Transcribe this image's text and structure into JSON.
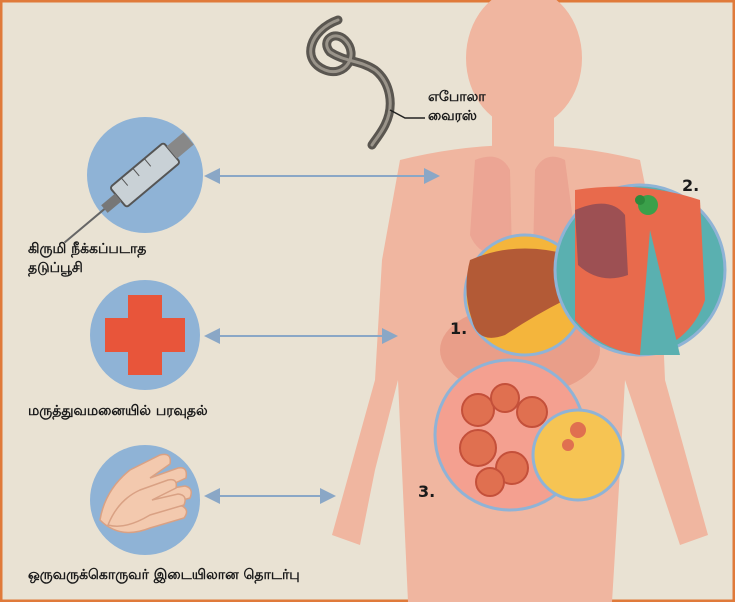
{
  "virus_label": [
    "எபோலா",
    "வைரஸ்"
  ],
  "routes": [
    {
      "id": "syringe",
      "icon": "syringe-icon",
      "label_lines": [
        "கிருமி நீக்கப்படாத",
        "தடுப்பூசி"
      ]
    },
    {
      "id": "hospital",
      "icon": "red-cross-icon",
      "label_lines": [
        "மருத்துவமனையில் பரவுதல்"
      ]
    },
    {
      "id": "contact",
      "icon": "hands-icon",
      "label_lines": [
        "ஒருவருக்கொருவர் இடையிலான தொடர்பு"
      ]
    }
  ],
  "organ_markers": [
    "1.",
    "2.",
    "3."
  ],
  "colors": {
    "background": "#e9e2d3",
    "frame": "#e07a3a",
    "body": "#f0b6a0",
    "route_circle": "#8fb3d6",
    "arrow": "#8aa7c6",
    "cross": "#e8553a",
    "liver": "#b35a36",
    "lung_panel": "#e86a4c",
    "intestine": "#e07050"
  }
}
